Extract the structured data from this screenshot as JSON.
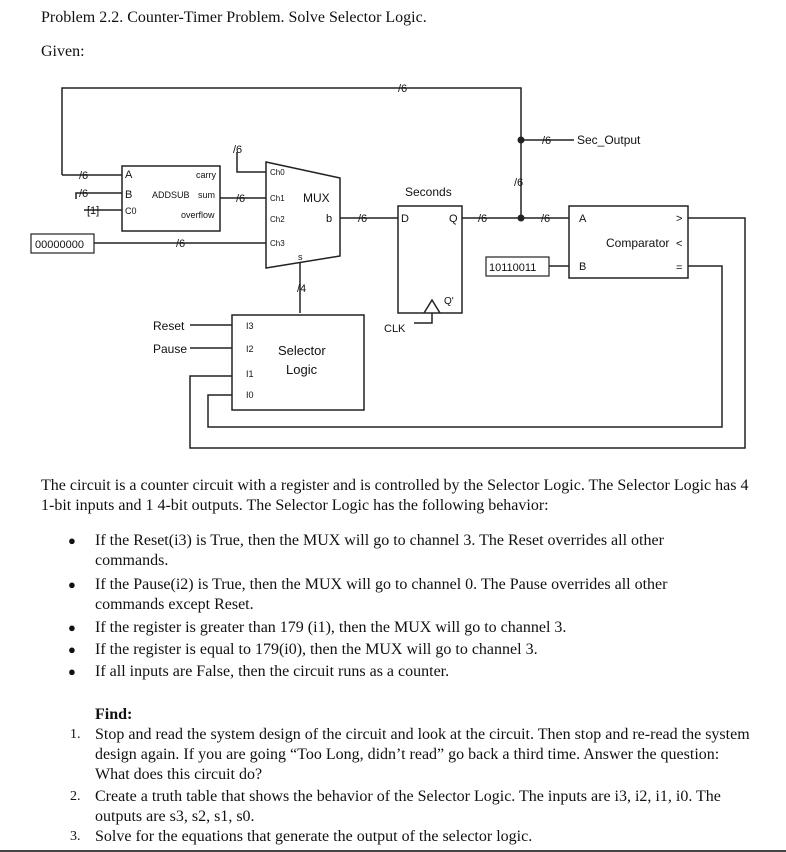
{
  "title": "Problem 2.2. Counter-Timer Problem. Solve Selector Logic.",
  "given": "Given:",
  "diagram": {
    "top_bus_width": "/6",
    "addsub": {
      "a": "A",
      "b": "B",
      "ci": "C0",
      "carry": "carry",
      "name": "ADDSUB",
      "sum": "sum",
      "overflow": "overflow",
      "in_b_width": "/6",
      "in_a_width": "/6",
      "cin": "[1]"
    },
    "init_value": "00000000",
    "init_width": "/6",
    "feedback_width": "/6",
    "sum_width": "/6",
    "mux": {
      "ch0": "Ch0",
      "ch1": "Ch1",
      "ch2": "Ch2",
      "ch3": "Ch3",
      "name": "MUX",
      "out": "b",
      "sel": "s",
      "sel_width": "/4",
      "out_width": "/6"
    },
    "register": {
      "name": "Seconds",
      "d": "D",
      "q": "Q",
      "qn": "Q'",
      "clk": "CLK",
      "q_width": "/6"
    },
    "sec_output": {
      "width": "/6",
      "label": "Sec_Output",
      "tap_width": "/6"
    },
    "comparator": {
      "name": "Comparator",
      "a": "A",
      "b": "B",
      "gt": ">",
      "lt": "<",
      "eq": "=",
      "a_width": "/6",
      "const": "10110011"
    },
    "selector": {
      "name1": "Selector",
      "name2": "Logic",
      "i3": "I3",
      "i2": "I2",
      "i1": "I1",
      "i0": "I0",
      "reset": "Reset",
      "pause": "Pause"
    }
  },
  "intro": "The circuit is a counter circuit with a register and is controlled by the Selector Logic. The Selector Logic has 4 1-bit inputs and 1 4-bit outputs. The Selector Logic has the following behavior:",
  "bullets": [
    "If the Reset(i3) is True, then the MUX will go to channel 3. The Reset overrides all other commands.",
    "If the Pause(i2) is True, then the MUX will go to channel 0. The Pause overrides all other commands except Reset.",
    "If the register is greater than 179 (i1), then the MUX will go to channel 3.",
    "If the register is equal to 179(i0), then the MUX will go to channel 3.",
    "If all inputs are False, then the circuit runs as a counter."
  ],
  "find": "Find:",
  "find_items": [
    {
      "num": "1.",
      "text": "Stop and read the system design of the circuit and look at the circuit. Then stop and re-read the system design again. If you are going “Too Long, didn’t read” go back a third time. Answer the question: What does this circuit do?"
    },
    {
      "num": "2.",
      "text": "Create a truth table that shows the behavior of the Selector Logic. The inputs are i3, i2, i1, i0. The outputs are s3, s2, s1, s0."
    },
    {
      "num": "3.",
      "text": "Solve for the equations that generate the output of the selector logic."
    }
  ]
}
